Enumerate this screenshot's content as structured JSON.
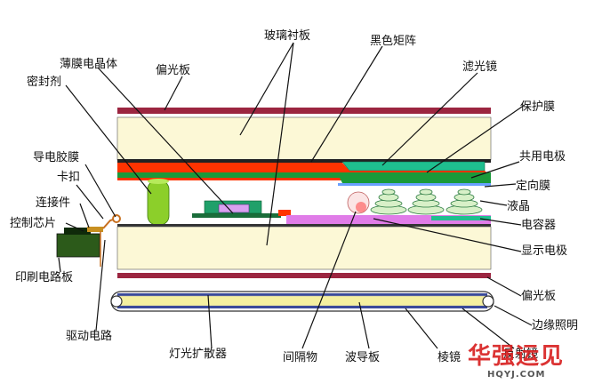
{
  "labels": {
    "glass_substrate": "玻璃衬板",
    "black_matrix": "黑色矩阵",
    "tft": "薄膜电晶体",
    "polarizer_top": "偏光板",
    "sealant": "密封剂",
    "color_filter": "滤光镜",
    "protective_film": "保护膜",
    "conductive_film": "导电胶膜",
    "common_electrode": "共用电极",
    "clip": "卡扣",
    "alignment_film": "定向膜",
    "connector": "连接件",
    "liquid_crystal": "液晶",
    "control_chip": "控制芯片",
    "capacitor": "电容器",
    "display_electrode": "显示电极",
    "pcb": "印刷电路板",
    "polarizer_bottom": "偏光板",
    "edge_light": "边缘照明",
    "drive_circuit": "驱动电路",
    "diffuser": "灯光扩散器",
    "spacer": "间隔物",
    "light_guide": "波导板",
    "prism": "棱镜",
    "reflector": "反射镜"
  },
  "watermark": {
    "brand": "华强运见",
    "url": "HQYJ.COM"
  },
  "colors": {
    "polarizer": "#9b2540",
    "glass": "#fcf8d6",
    "red_layer": "#ff3300",
    "green_layer": "#1a9a3a",
    "teal_filter": "#1fbf8f",
    "spacer": "#8ccf2a",
    "pink_electrode": "#e07ce8",
    "pcb_green": "#2c5a1a",
    "waveguide_yellow": "#f5f0a0",
    "leader": "#111111",
    "watermark_red": "#d81e1e"
  }
}
